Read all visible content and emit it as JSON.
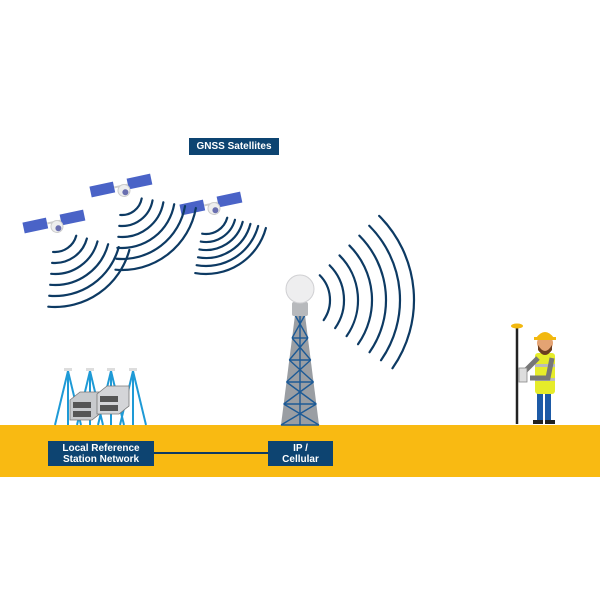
{
  "labels": {
    "satellites": "GNSS Satellites",
    "reference_network_line1": "Local Reference",
    "reference_network_line2": "Station Network",
    "ip_line1": "IP /",
    "ip_line2": "Cellular"
  },
  "colors": {
    "ground": "#f9ba12",
    "label_bg": "#0d4471",
    "signal": "#0d3a63",
    "panel": "#4a63c7",
    "tripod": "#1e9ad6"
  }
}
